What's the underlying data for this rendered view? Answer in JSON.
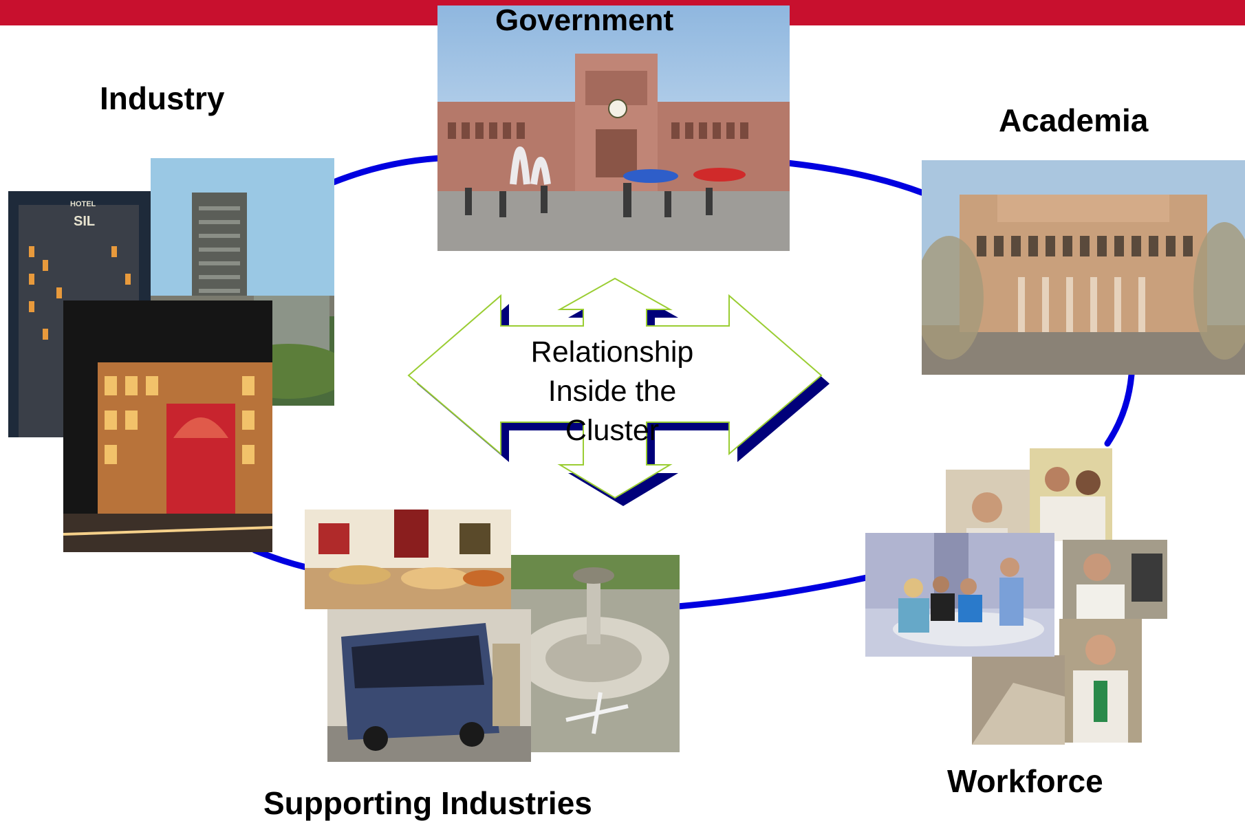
{
  "slide": {
    "accent_color": "#c8102e",
    "ring_color": "#0000e0",
    "arrow_fill": "#ffffff",
    "arrow_border": "#9acd32",
    "arrow_shadow": "#00007a"
  },
  "nodes": {
    "government": "Government",
    "industry": "Industry",
    "academia": "Academia",
    "workforce": "Workforce",
    "supporting": "Supporting Industries"
  },
  "center": {
    "line1": "Relationship",
    "line2": "Inside the",
    "line3": "Cluster"
  },
  "photo_text": {
    "hotel_sign_1": "HOTEL",
    "hotel_sign_2": "SIL"
  }
}
